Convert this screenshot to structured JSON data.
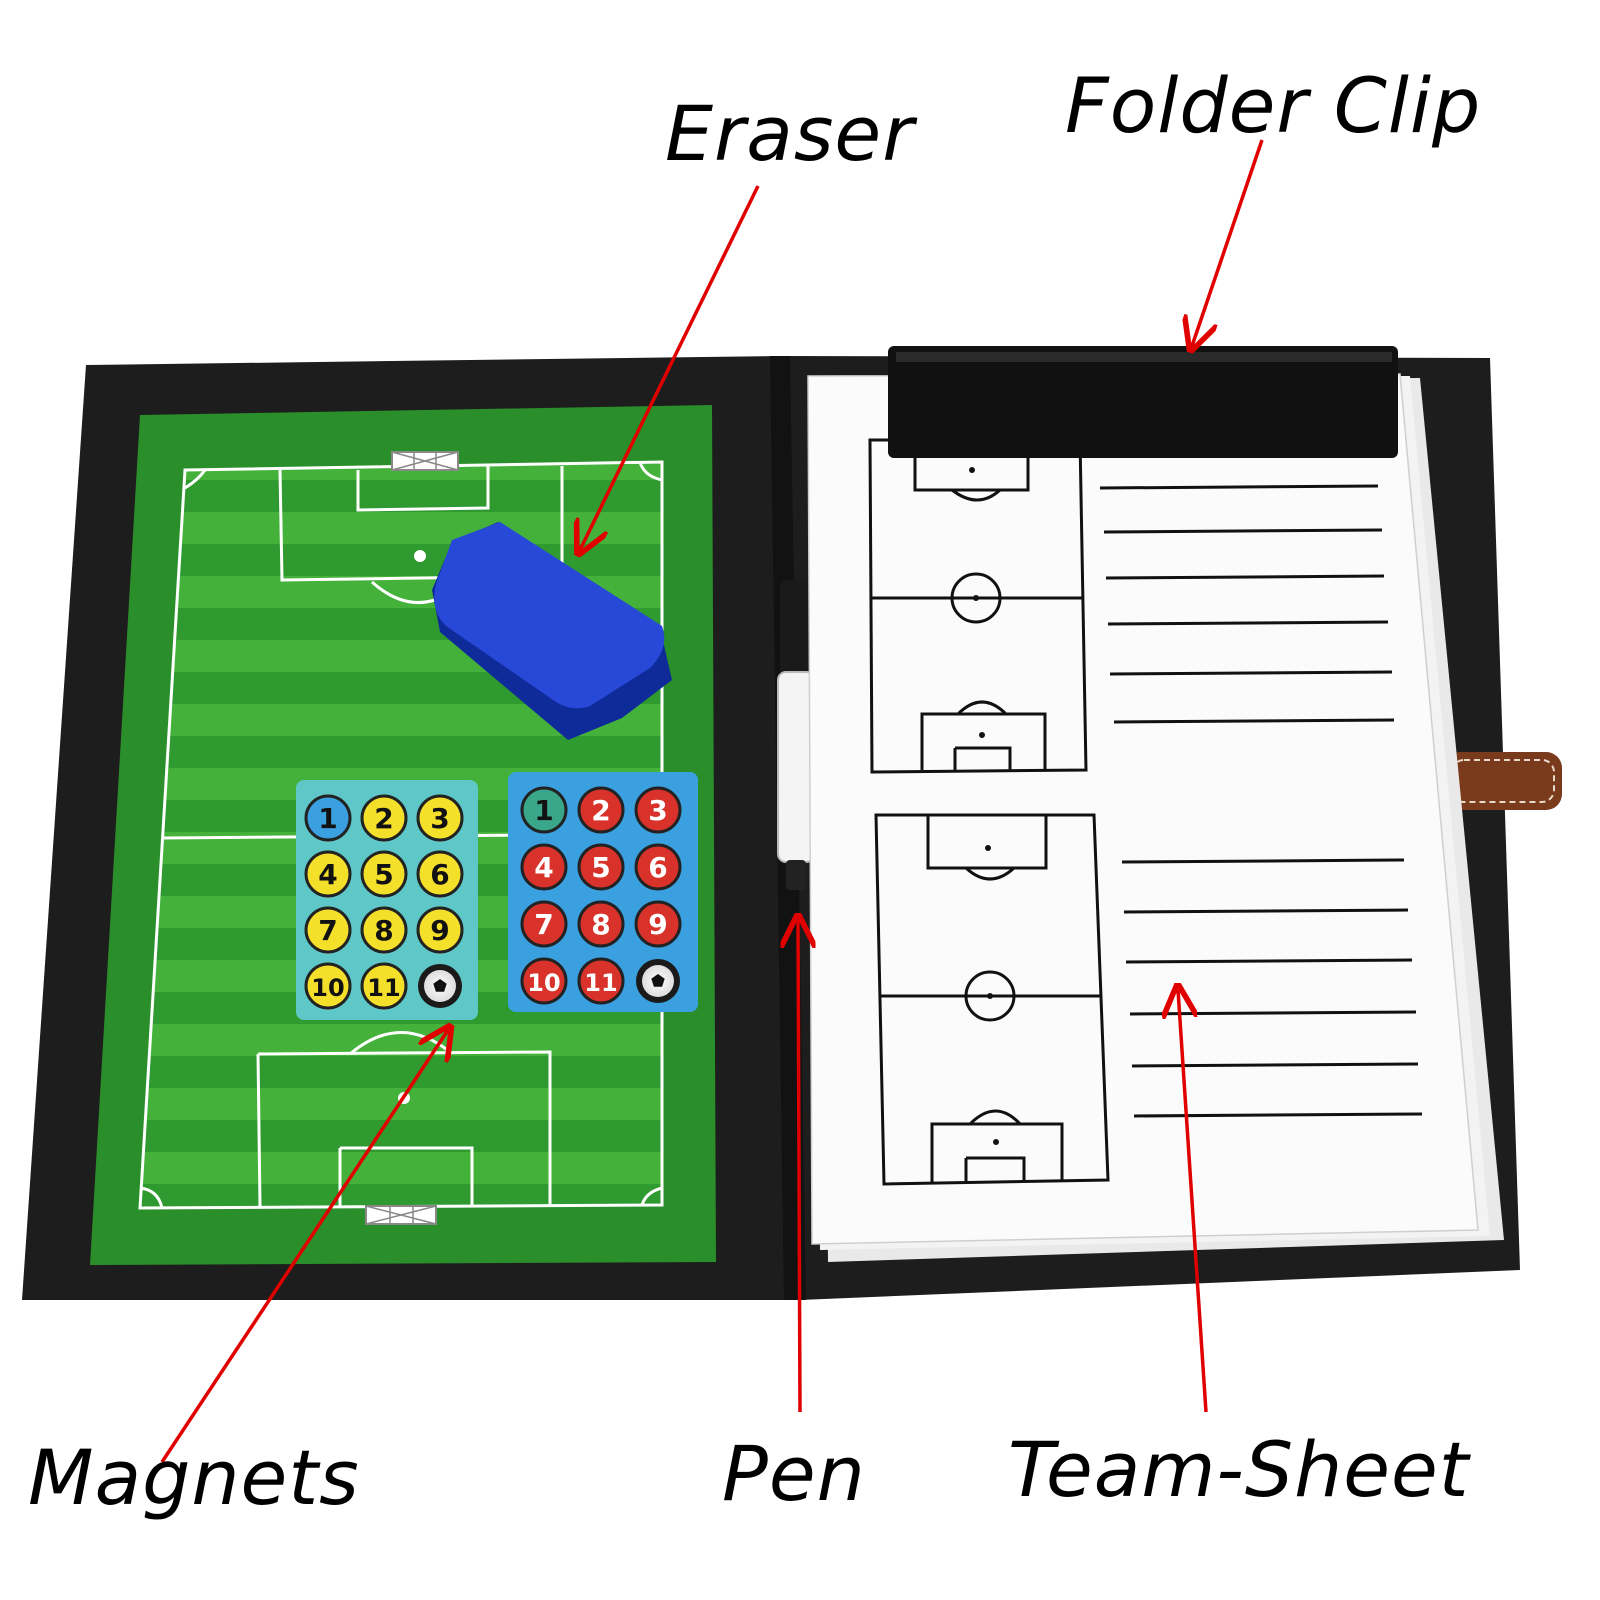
{
  "labels": {
    "eraser": "Eraser",
    "folder_clip": "Folder Clip",
    "magnets": "Magnets",
    "pen": "Pen",
    "team_sheet": "Team-Sheet"
  },
  "magnets": {
    "team_a": [
      "1",
      "2",
      "3",
      "4",
      "5",
      "6",
      "7",
      "8",
      "9",
      "10",
      "11"
    ],
    "team_b": [
      "1",
      "2",
      "3",
      "4",
      "5",
      "6",
      "7",
      "8",
      "9",
      "10",
      "11"
    ]
  },
  "colors": {
    "arrow": "#e00000",
    "folder": "#1c1c1c",
    "pitch_dark": "#2e9a2e",
    "pitch_light": "#4fbf3f",
    "eraser": "#1f3fd0",
    "team_a_card": "#5fc7c7",
    "team_a_magnet": "#f4e02a",
    "team_b_card": "#3aa0e0",
    "team_b_magnet": "#d8322a",
    "strap": "#7a3a1c"
  },
  "icons": {
    "ball": "soccer-ball-icon"
  }
}
